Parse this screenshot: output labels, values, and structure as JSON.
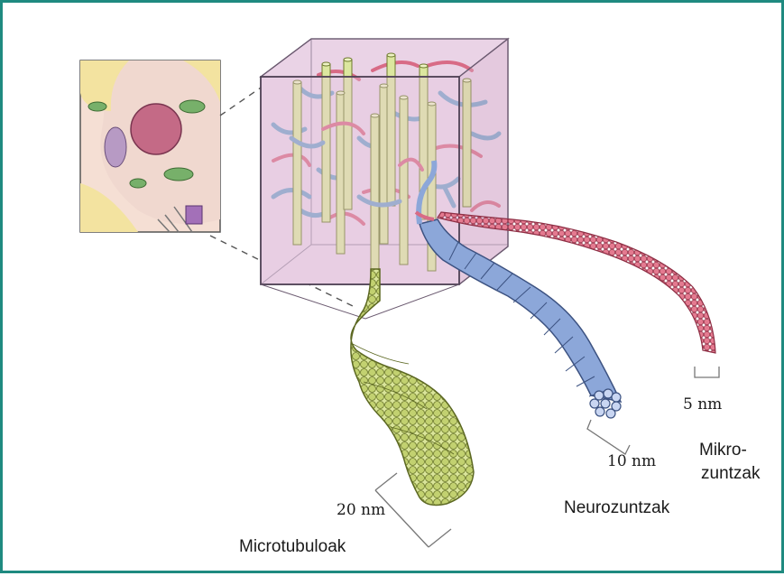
{
  "labels": {
    "microtubules": "Microtubuloak",
    "microtubules_size": "20 nm",
    "neurofilaments": "Neurozuntzak",
    "neurofilaments_size": "10 nm",
    "microfilaments_line1": "Mikro-",
    "microfilaments_line2": "zuntzak",
    "microfilaments_size": "5 nm"
  },
  "colors": {
    "frame": "#1f8a80",
    "cube": "#e7c9df",
    "microtubule": "#cfdc8a",
    "neurofilament": "#8ca7d9",
    "microfilament": "#e2768d",
    "cell_fill": "#f5dfd4",
    "nucleus": "#c46a86"
  }
}
